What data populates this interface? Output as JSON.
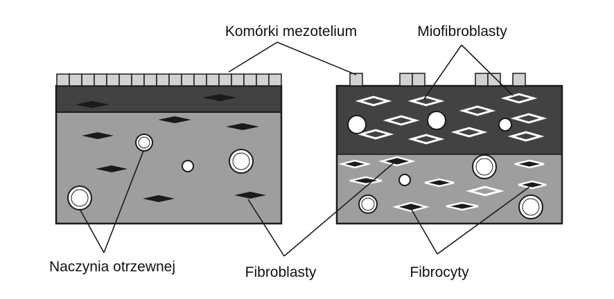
{
  "labels": {
    "mesothelium": "Komórki mezotelium",
    "myofibroblasts": "Miofibroblasty",
    "vessels": "Naczynia otrzewnej",
    "fibroblasts": "Fibroblasty",
    "fibrocytes": "Fibrocyty"
  },
  "colors": {
    "background": "#ffffff",
    "outline": "#1a1a1a",
    "tissue_light": "#9e9e9e",
    "tissue_dark": "#424242",
    "mesothelial_cell": "#d2d2d2",
    "fibroblast": "#1a1a1a",
    "cell_white": "#ffffff"
  }
}
